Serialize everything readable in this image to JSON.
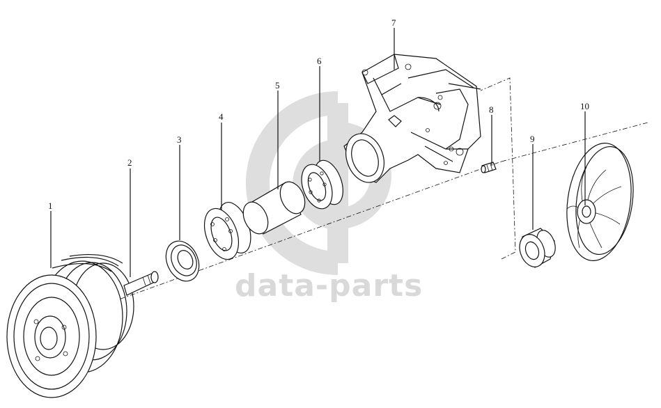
{
  "watermark": {
    "text": "data-parts",
    "color": "#d9d9d9"
  },
  "callouts": {
    "p1": "1",
    "p2": "2",
    "p3": "3",
    "p4": "4",
    "p5": "5",
    "p6": "6",
    "p7": "7",
    "p8": "8",
    "p9": "9",
    "p10": "10"
  }
}
